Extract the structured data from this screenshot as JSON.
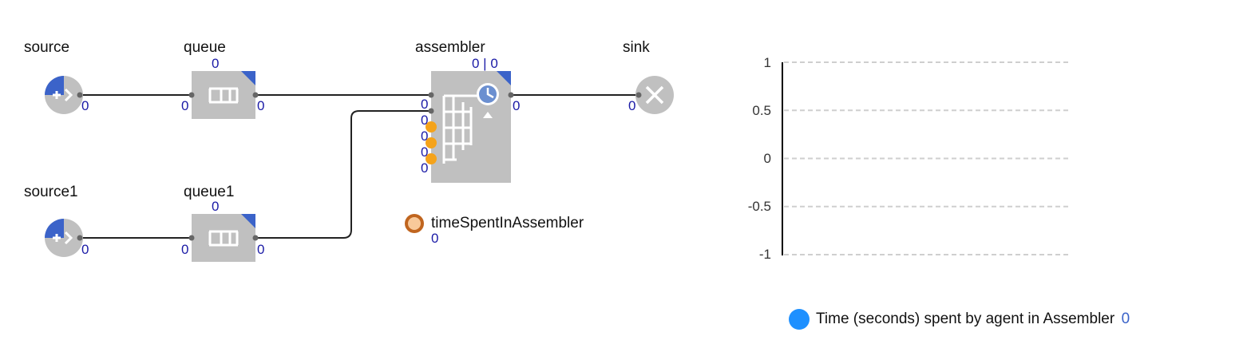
{
  "blocks": {
    "source": {
      "label": "source",
      "out": "0"
    },
    "queue": {
      "label": "queue",
      "top": "0",
      "in": "0",
      "out": "0"
    },
    "assembler": {
      "label": "assembler",
      "top": "0 | 0",
      "in": [
        "0",
        "0",
        "0",
        "0",
        "0"
      ],
      "out": "0"
    },
    "sink": {
      "label": "sink",
      "in": "0"
    },
    "source1": {
      "label": "source1",
      "out": "0"
    },
    "queue1": {
      "label": "queue1",
      "top": "0",
      "in": "0",
      "out": "0"
    }
  },
  "dataset": {
    "label": "timeSpentInAssembler",
    "value": "0"
  },
  "chart_data": {
    "type": "line",
    "ylim": [
      -1,
      1
    ],
    "yticks": [
      "1",
      "0.5",
      "0",
      "-0.5",
      "-1"
    ],
    "grid": true,
    "legend_position": "bottom",
    "series": [
      {
        "name": "Time (seconds) spent by agent in Assembler",
        "value": "0",
        "color": "#1e90ff",
        "values": []
      }
    ]
  },
  "colors": {
    "block_fill": "#c0c0c0",
    "corner_accent": "#3b63c9",
    "counter_text": "#1a1aa6",
    "port_orange": "#f5a31a",
    "dataset_ring": "#c0651f",
    "legend_dot": "#1e90ff"
  },
  "icons": {
    "source": "source-arrow-icon",
    "queue": "queue-icon",
    "assembler": "assembler-clock-icon",
    "sink": "sink-x-icon",
    "dataset": "dataset-icon"
  }
}
